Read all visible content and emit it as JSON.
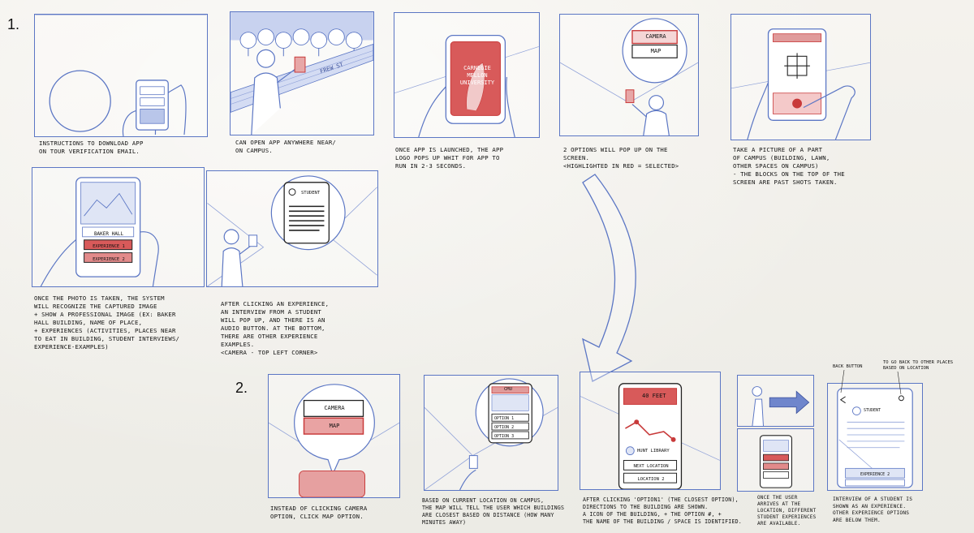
{
  "row_labels": [
    "1.",
    "2."
  ],
  "captions": {
    "p1": "INSTRUCTIONS TO DOWNLOAD APP\nON TOUR VERIFICATION EMAIL.",
    "p2": "CAN OPEN APP ANYWHERE NEAR/\nON CAMPUS.",
    "p3": "ONCE APP IS LAUNCHED, THE APP\nLOGO POPS UP WHIT FOR APP TO\nRUN IN 2-3 SECONDS.",
    "p4": "2 OPTIONS WILL POP UP ON THE\nSCREEN.\n<HIGHLIGHTED IN RED = SELECTED>",
    "p5": "TAKE A PICTURE OF A PART\nOF CAMPUS (BUILDING, LAWN,\nOTHER SPACES ON CAMPUS)\n- THE BLOCKS ON THE TOP OF THE\nSCREEN ARE PAST SHOTS TAKEN.",
    "p6": "ONCE THE PHOTO IS TAKEN, THE SYSTEM\nWILL RECOGNIZE THE CAPTURED IMAGE\n+ SHOW A PROFESSIONAL IMAGE (EX: BAKER\nHALL BUILDING, NAME OF PLACE,\n+ EXPERIENCES (ACTIVITIES, PLACES NEAR\nTO EAT IN BUILDING, STUDENT INTERVIEWS/\nEXPERIENCE-EXAMPLES)",
    "p7": "AFTER CLICKING AN EXPERIENCE,\nAN INTERVIEW FROM A STUDENT\nWILL POP UP, AND THERE IS AN\nAUDIO BUTTON. AT THE BOTTOM,\nTHERE ARE OTHER EXPERIENCE\nEXAMPLES.\n<CAMERA - TOP LEFT CORNER>",
    "q1": "INSTEAD OF CLICKING CAMERA\nOPTION, CLICK MAP OPTION.",
    "q2": "BASED ON CURRENT LOCATION ON CAMPUS,\nTHE MAP WILL TELL THE USER WHICH BUILDINGS\nARE CLOSEST BASED ON DISTANCE (HOW MANY\nMINUTES AWAY)",
    "q3": "AFTER CLICKING 'OPTION1' (THE CLOSEST OPTION),\nDIRECTIONS TO THE BUILDING ARE SHOWN.\nA ICON OF THE BUILDING, + THE OPTION #, +\nTHE NAME OF THE BUILDING / SPACE IS IDENTIFIED.",
    "q4": "ONCE THE USER\nARRIVES AT THE\nLOCATION, DIFFERENT\nSTUDENT EXPERIENCES\nARE AVAILABLE.",
    "q5": "INTERVIEW OF A STUDENT IS\nSHOWN AS AN EXPERIENCE.\nOTHER EXPERIENCE OPTIONS\nARE BELOW THEM."
  },
  "annotations": {
    "back_button": "BACK BUTTON",
    "go_back": "TO GO BACK TO OTHER PLACES\nBASED ON LOCATION"
  },
  "sketch_text": {
    "frew_st": "FREW ST",
    "cmu_logo": "CARNEGIE\nMELLON\nUNIVERSITY",
    "camera": "CAMERA",
    "map": "MAP",
    "baker_hall": "BAKER HALL",
    "experience_1": "EXPERIENCE 1",
    "experience_2": "EXPERIENCE 2",
    "student": "STUDENT",
    "cmu": "CMU",
    "option1": "OPTION 1",
    "option2": "OPTION 2",
    "option3": "OPTION 3",
    "feet": "40 FEET",
    "hunt_library": "HUNT LIBRARY",
    "next_location": "NEXT LOCATION",
    "location2": "LOCATION 2",
    "experience2b": "EXPERIENCE 2"
  },
  "colors": {
    "pencil_blue": "#5b76c4",
    "sketch_red": "#c83a3a",
    "ink": "#1a1a1a"
  }
}
